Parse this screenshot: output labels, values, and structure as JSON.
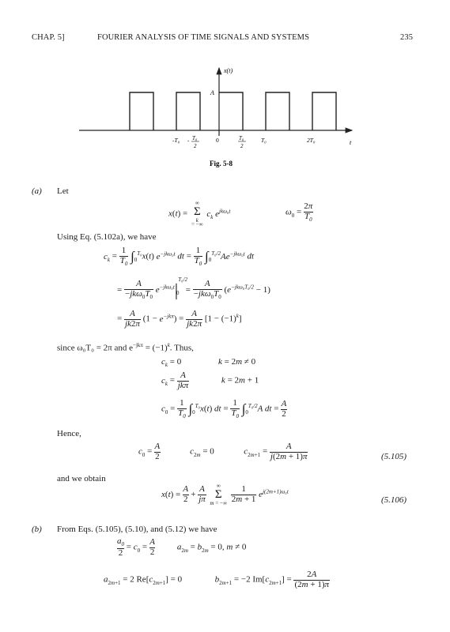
{
  "header": {
    "left": "CHAP. 5]",
    "center": "FOURIER ANALYSIS OF TIME SIGNALS AND SYSTEMS",
    "right": "235"
  },
  "figure": {
    "caption": "Fig. 5-8",
    "ylabel": "x(t)",
    "amp_label": "A",
    "t_label": "t",
    "ticks": [
      "-T₀",
      "-T₀/2",
      "0",
      "T₀/2",
      "T₀",
      "2T₀"
    ]
  },
  "part_a": {
    "label": "(a)",
    "let": "Let",
    "using": "Using Eq. (5.102a), we have",
    "since": "since ω₀T₀ = 2π and e",
    "since_exp": "−jkπ",
    "since_tail": " = (−1)",
    "since_k": "k",
    "thus": ". Thus,",
    "hence": "Hence,",
    "obtain": "and we obtain",
    "eq105": "(5.105)",
    "eq106": "(5.106)"
  },
  "part_b": {
    "label": "(b)",
    "text": "From Eqs. (5.105), (5.10), and (5.12) we have"
  }
}
